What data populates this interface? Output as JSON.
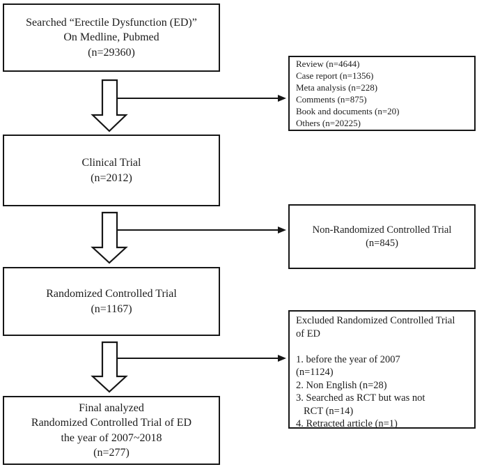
{
  "diagram": {
    "title": "ED RCT literature screening flowchart",
    "colors": {
      "background": "#ffffff",
      "line": "#161616",
      "text": "#1c1c1c"
    },
    "main_boxes": [
      {
        "id": "searched",
        "lines": [
          "Searched “Erectile Dysfunction (ED)”",
          "On Medline, Pubmed",
          "(n=29360)"
        ]
      },
      {
        "id": "clinical-trial",
        "lines": [
          "Clinical Trial",
          "(n=2012)"
        ]
      },
      {
        "id": "randomized-controlled-trial",
        "lines": [
          "Randomized Controlled Trial",
          "(n=1167)"
        ]
      },
      {
        "id": "final-analyzed",
        "lines": [
          "Final analyzed",
          "Randomized Controlled Trial of ED",
          "the year of 2007~2018",
          "(n=277)"
        ]
      }
    ],
    "side_boxes": [
      {
        "id": "excluded-publication-types",
        "lines": [
          "Review (n=4644)",
          "Case report (n=1356)",
          "Meta analysis (n=228)",
          "Comments (n=875)",
          "Book and documents (n=20)",
          "Others (n=20225)"
        ]
      },
      {
        "id": "non-randomized-controlled-trial",
        "lines": [
          "Non-Randomized Controlled Trial",
          "(n=845)"
        ]
      },
      {
        "id": "excluded-rct-of-ed",
        "lines": [
          "Excluded Randomized Controlled Trial",
          "of ED",
          "",
          "1. before the year of 2007",
          "(n=1124)",
          "2. Non English (n=28)",
          "3. Searched as RCT but was not",
          "RCT (n=14)",
          "4. Retracted article (n=1)"
        ]
      }
    ]
  }
}
